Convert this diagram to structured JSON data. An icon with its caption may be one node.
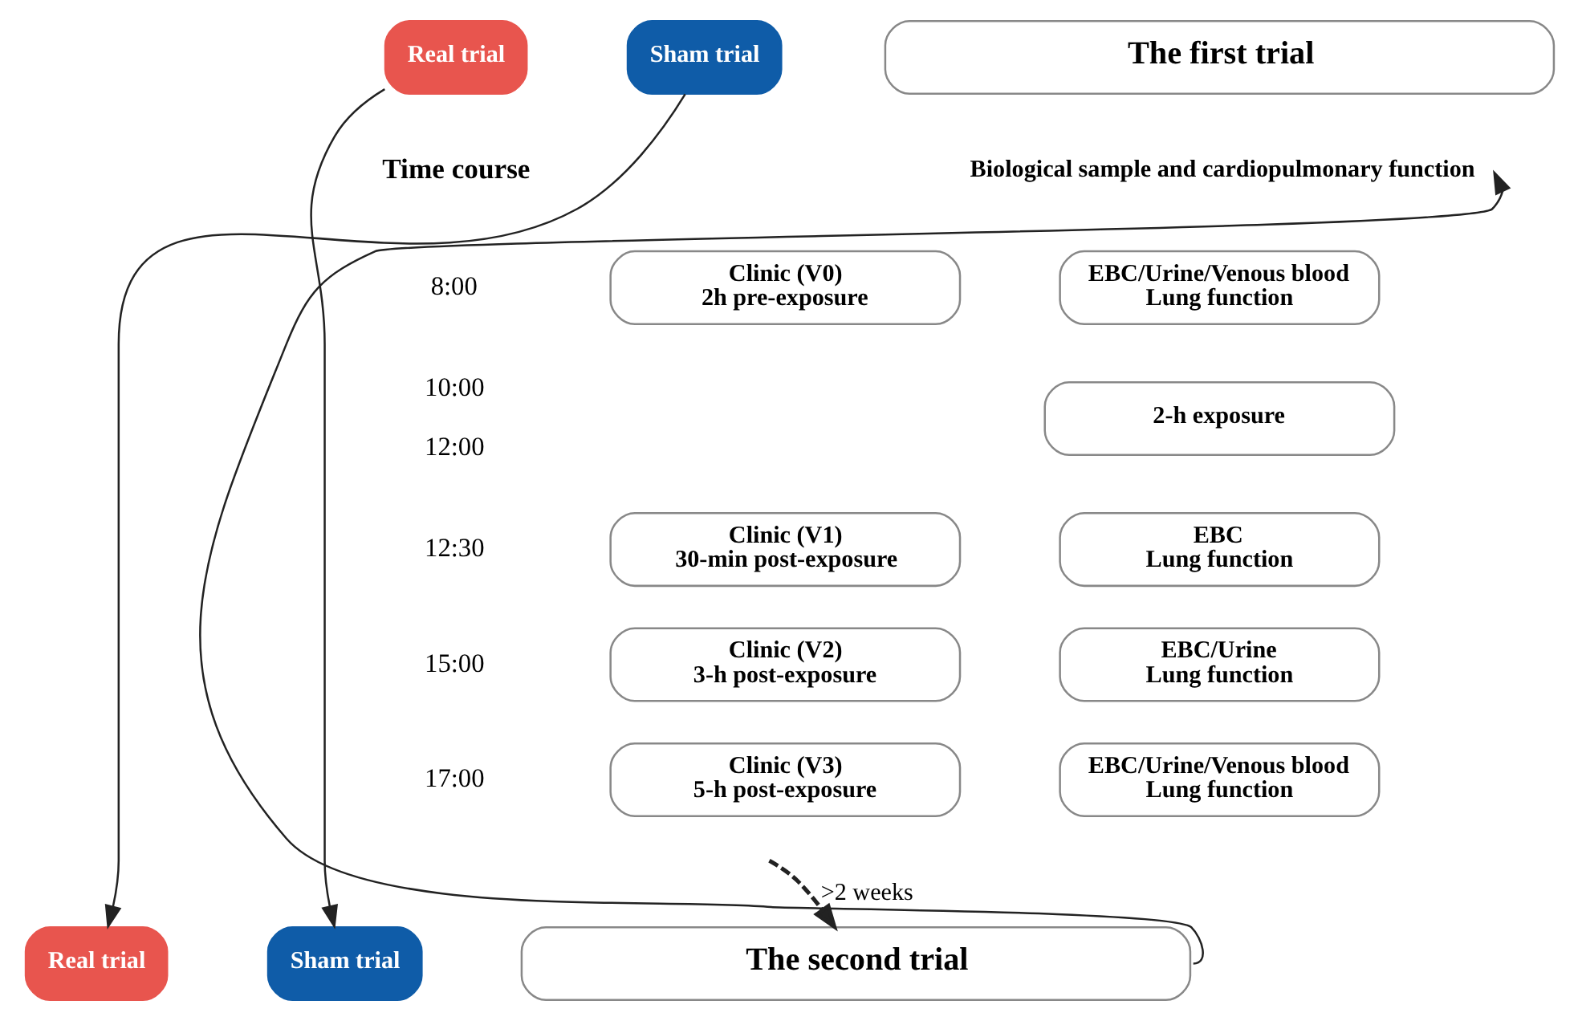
{
  "diagram": {
    "nodes": [
      {
        "text": [
          "Real trial"
        ]
      },
      {
        "text": [
          "Sham trial"
        ]
      },
      {
        "text": [
          "The first trial"
        ]
      },
      {
        "text": [
          "Biological sample and cardiopulmonary function"
        ]
      },
      {
        "text": [
          "Clinic (V0)",
          "2h pre-exposure"
        ]
      },
      {
        "text": [
          "EBC/Urine/Venous blood",
          "Lung function"
        ]
      },
      {
        "text": [
          "2-h exposure"
        ]
      },
      {
        "text": [
          "Clinic (V1)",
          "30-min post-exposure"
        ]
      },
      {
        "text": [
          "EBC",
          "Lung function"
        ]
      },
      {
        "text": [
          "Clinic (V2)",
          "3-h post-exposure"
        ]
      },
      {
        "text": [
          "EBC/Urine",
          "Lung function"
        ]
      },
      {
        "text": [
          "Clinic (V3)",
          "5-h post-exposure"
        ]
      },
      {
        "text": [
          "EBC/Urine/Venous blood",
          "Lung function"
        ]
      },
      {
        "text": [
          "Real trial"
        ]
      },
      {
        "text": [
          "Sham trial"
        ]
      },
      {
        "text": [
          "The second trial"
        ]
      }
    ],
    "edges": [
      {
        "from": 0,
        "to": 14,
        "arrow": "to"
      },
      {
        "from": 1,
        "to": 13,
        "arrow": "to"
      },
      {
        "from": null,
        "to": 15,
        "arrow": "to",
        "style": "dashed",
        "label": ">2 weeks"
      },
      {
        "from": 15,
        "to": 3,
        "arrow": "to"
      }
    ],
    "labels": [
      "Time course",
      "8:00",
      "10:00",
      "12:00",
      "12:30",
      "15:00",
      "17:00"
    ]
  }
}
